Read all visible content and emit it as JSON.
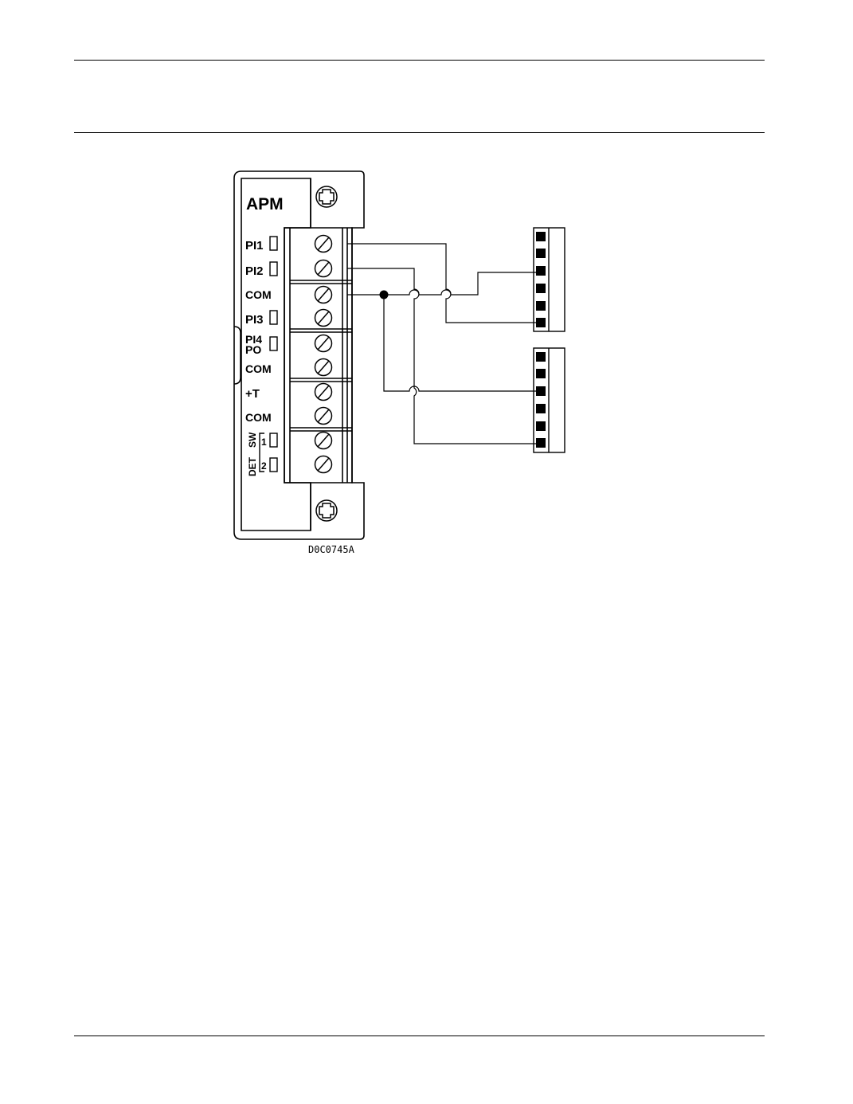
{
  "module": {
    "title": "APM",
    "terminal_labels": {
      "pi1": "PI1",
      "pi2": "PI2",
      "com1": "COM",
      "pi3": "PI3",
      "pi4": "PI4",
      "po": "PO",
      "com2": "COM",
      "plus_t": "+T",
      "com3": "COM",
      "sw": "SW",
      "det": "DET",
      "sw_1": "1",
      "sw_2": "2"
    }
  },
  "figure_id": "D0C0745A"
}
